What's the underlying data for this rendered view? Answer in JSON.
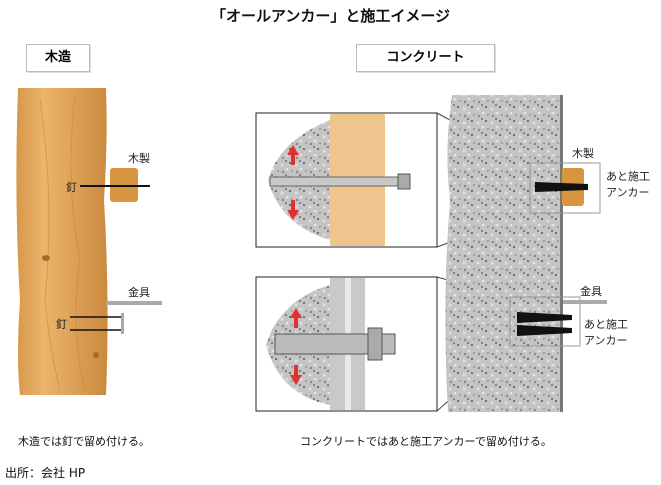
{
  "title": "「オールアンカー」と施工イメージ",
  "sections": {
    "wood": {
      "label": "木造",
      "wood_piece_label": "木製",
      "nail_label_1": "釘",
      "bracket_label": "金具",
      "nail_label_2": "釘",
      "caption": "木造では釘で留め付ける。"
    },
    "concrete": {
      "label": "コンクリート",
      "wood_piece_label": "木製",
      "anchor_label_1a": "あと施工",
      "anchor_label_1b": "アンカー",
      "bracket_label": "金具",
      "anchor_label_2a": "あと施工",
      "anchor_label_2b": "アンカー",
      "caption": "コンクリートではあと施工アンカーで留め付ける。"
    }
  },
  "source": "出所：会社 HP",
  "colors": {
    "wood": "#e0a65a",
    "concrete": "#b8b8b8",
    "arrow": "#e03030"
  }
}
